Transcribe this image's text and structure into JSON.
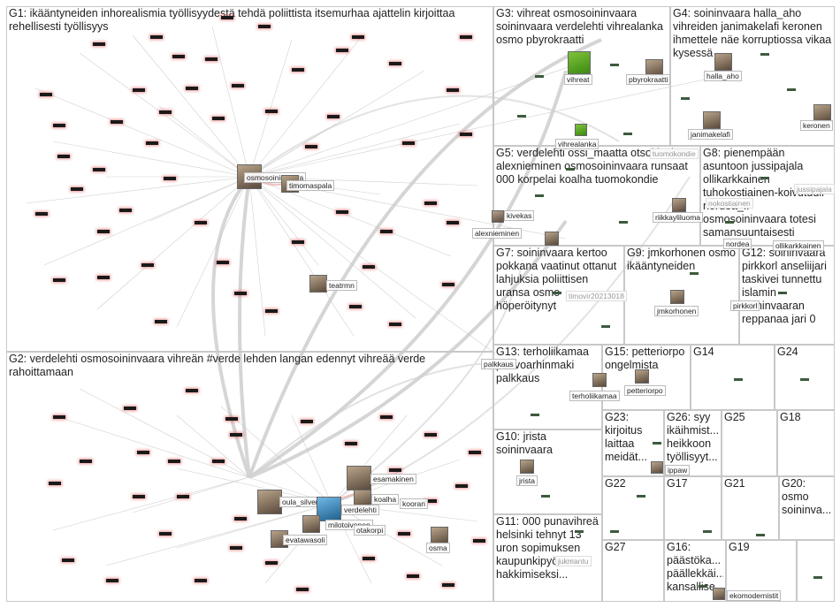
{
  "groups": [
    {
      "id": "G1",
      "label": "G1: ikääntyneiden inhorealismia työllisyydestä tehdä poliittista itsemurhaa ajattelin kirjoittaa rehellisesti työllisyys"
    },
    {
      "id": "G2",
      "label": "G2: verdelehti osmosoininvaara vihreän #verde lehden langan edennyt vihreää verde rahoittamaan"
    },
    {
      "id": "G3",
      "label": "G3: vihreat osmosoininvaara soininvaara verdelehti vihrealanka osmo pbyrokraatti"
    },
    {
      "id": "G4",
      "label": "G4: soininvaara halla_aho vihreiden janimakelafi keronen ihmettele näe korruptiossa vikaa kysessä"
    },
    {
      "id": "G5",
      "label": "G5: verdelehti ossi_maatta otsokivekas alexnieminen osmosoininvaara runsaat 000 korpelai koalha tuomokondie"
    },
    {
      "id": "G8",
      "label": "G8: pienempään asuntoon jussipajala ollikarkkainen tuhokostiainen-koivutuuli nordea_fi osmosoininvaara totesi samansuuntaisesti"
    },
    {
      "id": "G7",
      "label": "G7: soininvaara kertoo pokkana vaatinut ottanut lahjuksia poliittisen uransa osmo höperöitynyt"
    },
    {
      "id": "G9",
      "label": "G9: jmkorhonen osmo ikääntyneiden"
    },
    {
      "id": "G12",
      "label": "G12: soininvaara pirkkorl anseliijari taskivei tunnettu islamin soininvaaran reppanaa jari 0"
    },
    {
      "id": "G13",
      "label": "G13: terholiikamaa paavoarhinmaki palkkaus"
    },
    {
      "id": "G15",
      "label": "G15: petteriorpo ongelmista"
    },
    {
      "id": "G14",
      "label": "G14"
    },
    {
      "id": "G24",
      "label": "G24"
    },
    {
      "id": "G10",
      "label": "G10: jrista soininvaara"
    },
    {
      "id": "G23",
      "label": "G23: kirjoitus laittaa meidät..."
    },
    {
      "id": "G26",
      "label": "G26: syy ikäihmist... heikkoon työllisyyt..."
    },
    {
      "id": "G25",
      "label": "G25"
    },
    {
      "id": "G18",
      "label": "G18"
    },
    {
      "id": "G22",
      "label": "G22"
    },
    {
      "id": "G17",
      "label": "G17"
    },
    {
      "id": "G21",
      "label": "G21"
    },
    {
      "id": "G20",
      "label": "G20: osmo soininva..."
    },
    {
      "id": "G11",
      "label": "G11: 000 punavihreä helsinki tehnyt 13 uron sopimuksen kaupunkipyörien hakkimiseksi..."
    },
    {
      "id": "G27",
      "label": "G27"
    },
    {
      "id": "G16",
      "label": "G16: päästöka... päällekkäi... kansallise..."
    },
    {
      "id": "G19",
      "label": "G19"
    }
  ],
  "nodes": [
    {
      "label": "osmosoininvaara",
      "kind": "big"
    },
    {
      "label": "timomaspala",
      "kind": "avatar"
    },
    {
      "label": "teatrmn",
      "kind": "avatar"
    },
    {
      "label": "esamakinen",
      "kind": "big"
    },
    {
      "label": "oula_silver",
      "kind": "avatar"
    },
    {
      "label": "koalha",
      "kind": "avatar"
    },
    {
      "label": "kooran",
      "kind": "text"
    },
    {
      "label": "verdelehti",
      "kind": "big-blue"
    },
    {
      "label": "milotoivonen",
      "kind": "avatar"
    },
    {
      "label": "otakorpi",
      "kind": "text"
    },
    {
      "label": "evatawasoli",
      "kind": "avatar"
    },
    {
      "label": "osma",
      "kind": "avatar"
    },
    {
      "label": "vihreat",
      "kind": "big-green"
    },
    {
      "label": "pbyrokraatti",
      "kind": "avatar"
    },
    {
      "label": "vihrealanka",
      "kind": "green"
    },
    {
      "label": "tuomokondie",
      "kind": "faint"
    },
    {
      "label": "halla_aho",
      "kind": "avatar"
    },
    {
      "label": "janimakelafi",
      "kind": "avatar"
    },
    {
      "label": "keronen",
      "kind": "avatar"
    },
    {
      "label": "kivekas",
      "kind": "avatar"
    },
    {
      "label": "alexnieminen",
      "kind": "avatar"
    },
    {
      "label": "riikkayliluoma",
      "kind": "avatar"
    },
    {
      "label": "nokostiainen",
      "kind": "faint"
    },
    {
      "label": "jussipajala",
      "kind": "faint"
    },
    {
      "label": "ollikarkkainen",
      "kind": "text"
    },
    {
      "label": "nordea",
      "kind": "text"
    },
    {
      "label": "timovir20213018",
      "kind": "faint"
    },
    {
      "label": "jmkorhonen",
      "kind": "avatar"
    },
    {
      "label": "pirkkorl",
      "kind": "text"
    },
    {
      "label": "palkkaus",
      "kind": "text"
    },
    {
      "label": "terholiikamaa",
      "kind": "avatar"
    },
    {
      "label": "petteriorpo",
      "kind": "avatar"
    },
    {
      "label": "jrista",
      "kind": "avatar"
    },
    {
      "label": "ippaw",
      "kind": "text"
    },
    {
      "label": "jukmantu",
      "kind": "faint"
    },
    {
      "label": "ekomodernistit",
      "kind": "text"
    }
  ]
}
